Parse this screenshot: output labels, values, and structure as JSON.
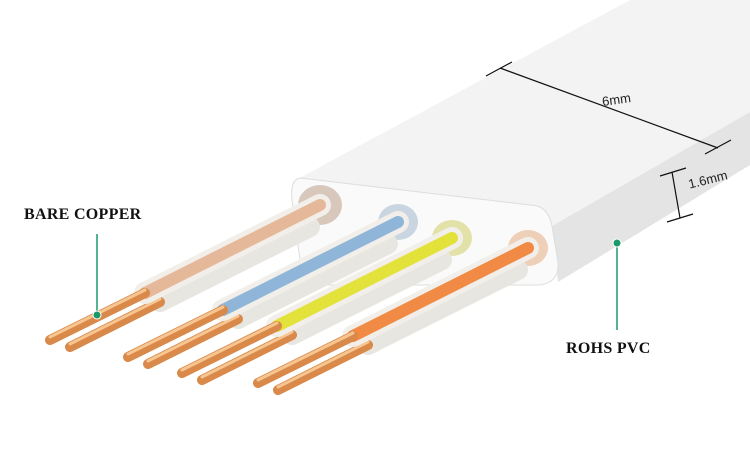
{
  "labels": {
    "bare_copper": "BARE COPPER",
    "rohs_pvc": "ROHS PVC",
    "width_dim": "6mm",
    "thickness_dim": "1.6mm"
  },
  "colors": {
    "leader": "#1a9a6a",
    "copper": "#d9894a",
    "core_colors": [
      "#e6b89a",
      "#8fb6d8",
      "#e2e23a",
      "#f08a45"
    ]
  }
}
